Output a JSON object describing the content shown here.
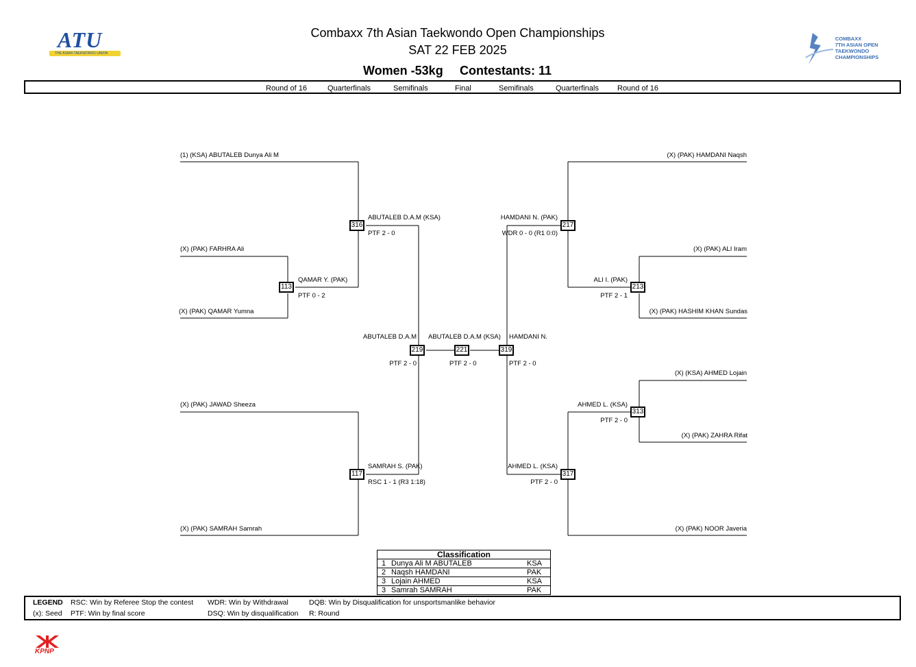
{
  "header": {
    "event_title": "Combaxx 7th Asian Taekwondo Open Championships",
    "date": "SAT 22 FEB 2025",
    "category": "Women -53kg",
    "contestants": "Contestants: 11",
    "left_logo_text": "ATU",
    "left_logo_sub": "THE ASIAN TAEKWONDO UNION",
    "right_logo_lines": [
      "COMBAXX",
      "7TH ASIAN OPEN",
      "TAEKWONDO",
      "CHAMPIONSHIPS"
    ]
  },
  "rounds": [
    "Round of 16",
    "Quarterfinals",
    "Semifinals",
    "Final",
    "Semifinals",
    "Quarterfinals",
    "Round of 16"
  ],
  "players": {
    "p1": "(1) (KSA) ABUTALEB Dunya Ali M",
    "p2": "(X) (PAK) FARHRA Ali",
    "p3": "(X) (PAK) QAMAR Yumna",
    "p4": "(X) (PAK) JAWAD Sheeza",
    "p5": "(X) (PAK) SAMRAH Samrah",
    "p6": "(X) (PAK) HAMDANI Naqsh",
    "p7": "(X) (PAK) ALI Iram",
    "p8": "(X) (PAK) HASHIM KHAN Sundas",
    "p9": "(X) (KSA) AHMED Lojain",
    "p10": "(X) (PAK) ZAHRA Rifat",
    "p11": "(X) (PAK) NOOR Javeria"
  },
  "matches": {
    "m113": {
      "num": "113",
      "winner": "QAMAR Y. (PAK)",
      "result": "PTF 0 - 2"
    },
    "m316": {
      "num": "316",
      "winner": "ABUTALEB D.A.M (KSA)",
      "result": "PTF 2 - 0"
    },
    "m117": {
      "num": "117",
      "winner": "SAMRAH S. (PAK)",
      "result": "RSC 1 - 1 (R3 1:18)"
    },
    "m219": {
      "num": "219",
      "winner": "ABUTALEB D.A.M",
      "result": "PTF 2 - 0"
    },
    "m221": {
      "num": "221",
      "winner": "ABUTALEB D.A.M (KSA)",
      "result": "PTF 2 - 0"
    },
    "m319": {
      "num": "319",
      "winner": "HAMDANI N.",
      "result": "PTF 2 - 0"
    },
    "m217": {
      "num": "217",
      "winner": "HAMDANI N. (PAK)",
      "result": "WDR 0 - 0 (R1 0:0)"
    },
    "m213": {
      "num": "213",
      "winner": "ALI I. (PAK)",
      "result": "PTF 2 - 1"
    },
    "m313": {
      "num": "313",
      "winner": "AHMED L. (KSA)",
      "result": "PTF 2 - 0"
    },
    "m317": {
      "num": "317",
      "winner": "AHMED L. (KSA)",
      "result": "PTF 2 - 0"
    }
  },
  "classification": {
    "title": "Classification",
    "rows": [
      {
        "rank": "1",
        "name": "Dunya Ali M ABUTALEB",
        "nat": "KSA"
      },
      {
        "rank": "2",
        "name": "Naqsh HAMDANI",
        "nat": "PAK"
      },
      {
        "rank": "3",
        "name": "Lojain AHMED",
        "nat": "KSA"
      },
      {
        "rank": "3",
        "name": "Samrah SAMRAH",
        "nat": "PAK"
      }
    ]
  },
  "legend": {
    "title": "LEGEND",
    "seed": "(x): Seed",
    "rsc": "RSC: Win by Referee Stop the contest",
    "ptf": "PTF: Win by final score",
    "wdr": "WDR: Win by Withdrawal",
    "dsq": "DSQ: Win by disqualification",
    "dqb": "DQB: Win by Disqualification for unsportsmanlike behavior",
    "r": "R: Round"
  },
  "footer": {
    "logo_text": "KPNP"
  },
  "colors": {
    "atu_blue": "#1f4fa0",
    "atu_red": "#d21f2b",
    "atu_yellow": "#f2d233",
    "combaxx_blue": "#3a6fb5",
    "kpnp_red": "#e02020"
  }
}
